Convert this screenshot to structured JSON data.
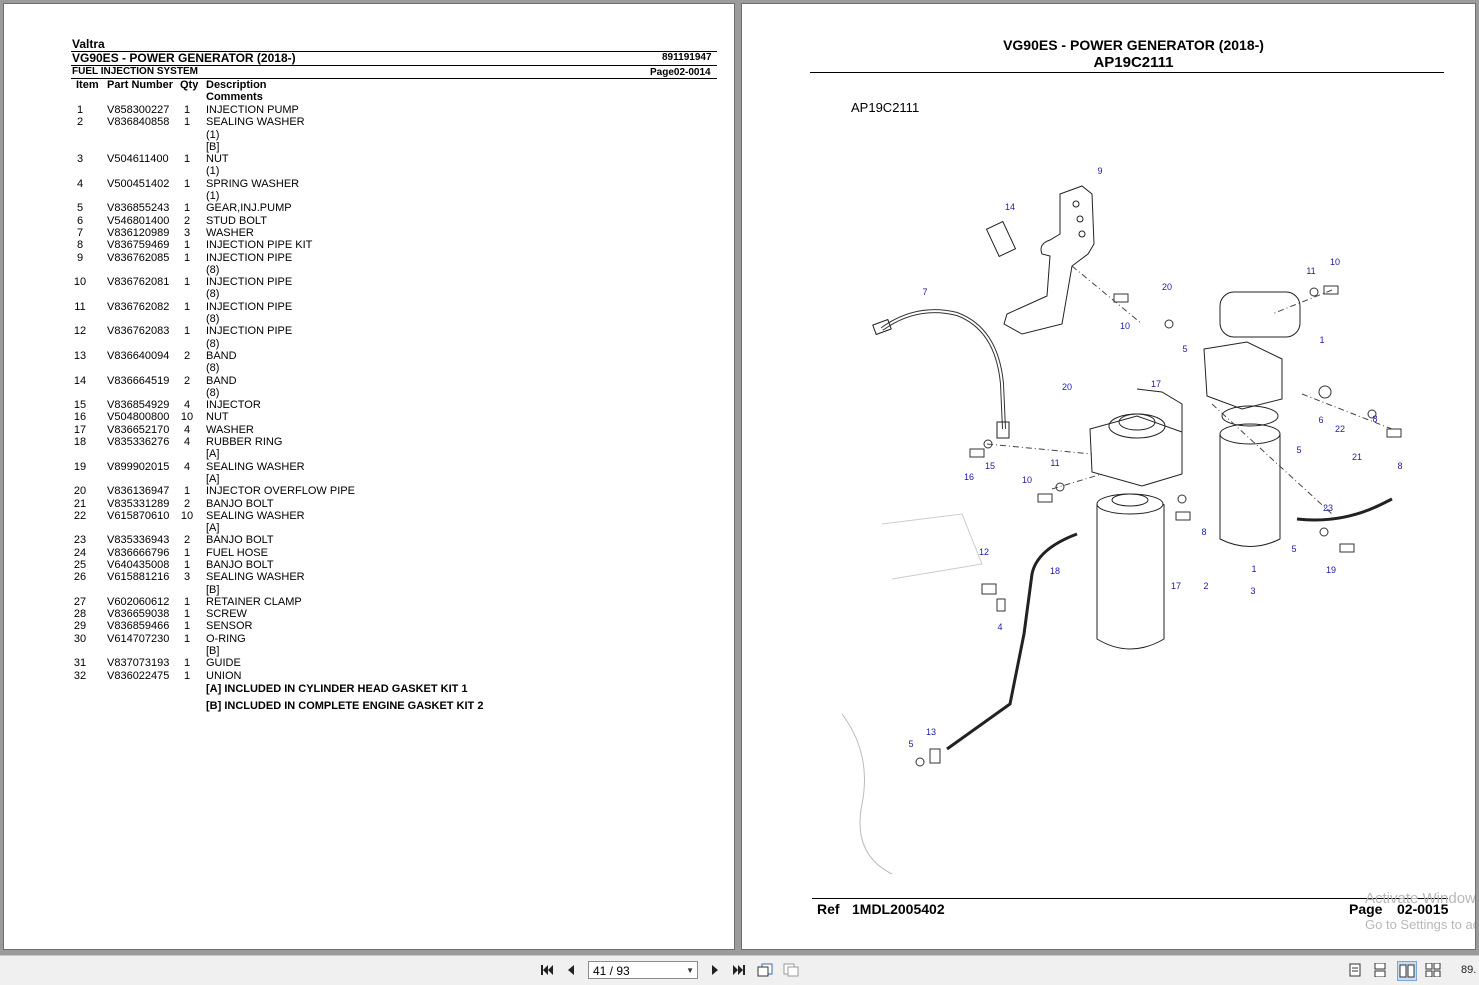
{
  "left_page": {
    "brand": "Valtra",
    "model": "VG90ES - POWER GENERATOR (2018-)",
    "doc_number": "891191947",
    "section": "FUEL INJECTION SYSTEM",
    "page_ref": "Page02-0014",
    "columns": {
      "item": "Item",
      "part": "Part Number",
      "qty": "Qty",
      "desc": "Description",
      "comments": "Comments"
    },
    "rows": [
      {
        "item": "1",
        "part": "V858300227",
        "qty": "1",
        "desc": "INJECTION PUMP",
        "notes": []
      },
      {
        "item": "2",
        "part": "V836840858",
        "qty": "1",
        "desc": "SEALING WASHER",
        "notes": [
          "(1)",
          "[B]"
        ]
      },
      {
        "item": "3",
        "part": "V504611400",
        "qty": "1",
        "desc": "NUT",
        "notes": [
          "(1)"
        ]
      },
      {
        "item": "4",
        "part": "V500451402",
        "qty": "1",
        "desc": "SPRING WASHER",
        "notes": [
          "(1)"
        ]
      },
      {
        "item": "5",
        "part": "V836855243",
        "qty": "1",
        "desc": "GEAR,INJ.PUMP",
        "notes": []
      },
      {
        "item": "6",
        "part": "V546801400",
        "qty": "2",
        "desc": "STUD BOLT",
        "notes": []
      },
      {
        "item": "7",
        "part": "V836120989",
        "qty": "3",
        "desc": "WASHER",
        "notes": []
      },
      {
        "item": "8",
        "part": "V836759469",
        "qty": "1",
        "desc": "INJECTION PIPE KIT",
        "notes": []
      },
      {
        "item": "9",
        "part": "V836762085",
        "qty": "1",
        "desc": "INJECTION PIPE",
        "notes": [
          "(8)"
        ]
      },
      {
        "item": "10",
        "part": "V836762081",
        "qty": "1",
        "desc": "INJECTION PIPE",
        "notes": [
          "(8)"
        ]
      },
      {
        "item": "11",
        "part": "V836762082",
        "qty": "1",
        "desc": "INJECTION PIPE",
        "notes": [
          "(8)"
        ]
      },
      {
        "item": "12",
        "part": "V836762083",
        "qty": "1",
        "desc": "INJECTION PIPE",
        "notes": [
          "(8)"
        ]
      },
      {
        "item": "13",
        "part": "V836640094",
        "qty": "2",
        "desc": "BAND",
        "notes": [
          "(8)"
        ]
      },
      {
        "item": "14",
        "part": "V836664519",
        "qty": "2",
        "desc": "BAND",
        "notes": [
          "(8)"
        ]
      },
      {
        "item": "15",
        "part": "V836854929",
        "qty": "4",
        "desc": "INJECTOR",
        "notes": []
      },
      {
        "item": "16",
        "part": "V504800800",
        "qty": "10",
        "desc": "NUT",
        "notes": []
      },
      {
        "item": "17",
        "part": "V836652170",
        "qty": "4",
        "desc": "WASHER",
        "notes": []
      },
      {
        "item": "18",
        "part": "V835336276",
        "qty": "4",
        "desc": "RUBBER RING",
        "notes": [
          "[A]"
        ]
      },
      {
        "item": "19",
        "part": "V899902015",
        "qty": "4",
        "desc": "SEALING WASHER",
        "notes": [
          "[A]"
        ]
      },
      {
        "item": "20",
        "part": "V836136947",
        "qty": "1",
        "desc": "INJECTOR OVERFLOW PIPE",
        "notes": []
      },
      {
        "item": "21",
        "part": "V835331289",
        "qty": "2",
        "desc": "BANJO BOLT",
        "notes": []
      },
      {
        "item": "22",
        "part": "V615870610",
        "qty": "10",
        "desc": "SEALING WASHER",
        "notes": [
          "[A]"
        ]
      },
      {
        "item": "23",
        "part": "V835336943",
        "qty": "2",
        "desc": "BANJO BOLT",
        "notes": []
      },
      {
        "item": "24",
        "part": "V836666796",
        "qty": "1",
        "desc": "FUEL HOSE",
        "notes": []
      },
      {
        "item": "25",
        "part": "V640435008",
        "qty": "1",
        "desc": "BANJO BOLT",
        "notes": []
      },
      {
        "item": "26",
        "part": "V615881216",
        "qty": "3",
        "desc": "SEALING WASHER",
        "notes": [
          "[B]"
        ]
      },
      {
        "item": "27",
        "part": "V602060612",
        "qty": "1",
        "desc": "RETAINER CLAMP",
        "notes": []
      },
      {
        "item": "28",
        "part": "V836659038",
        "qty": "1",
        "desc": "SCREW",
        "notes": []
      },
      {
        "item": "29",
        "part": "V836859466",
        "qty": "1",
        "desc": "SENSOR",
        "notes": []
      },
      {
        "item": "30",
        "part": "V614707230",
        "qty": "1",
        "desc": "O-RING",
        "notes": [
          "[B]"
        ]
      },
      {
        "item": "31",
        "part": "V837073193",
        "qty": "1",
        "desc": "GUIDE",
        "notes": []
      },
      {
        "item": "32",
        "part": "V836022475",
        "qty": "1",
        "desc": "UNION",
        "notes": []
      }
    ],
    "footnotes": [
      "[A] INCLUDED IN CYLINDER HEAD GASKET KIT 1",
      "[B] INCLUDED IN COMPLETE ENGINE GASKET KIT 2"
    ]
  },
  "right_page": {
    "title": "VG90ES - POWER GENERATOR (2018-)",
    "subtitle": "AP19C2111",
    "diagram_label": "AP19C2111",
    "callouts": [
      "9",
      "14",
      "7",
      "10",
      "11",
      "20",
      "1",
      "5",
      "17",
      "20",
      "6",
      "22",
      "5",
      "8",
      "21",
      "16",
      "15",
      "11",
      "10",
      "23",
      "5",
      "8",
      "19",
      "12",
      "18",
      "17",
      "2",
      "1",
      "3",
      "4",
      "13",
      "5",
      "8",
      "10"
    ],
    "footer_ref_label": "Ref",
    "footer_ref": "1MDL2005402",
    "footer_page_label": "Page",
    "footer_page": "02-0015"
  },
  "toolbar": {
    "page_indicator": "41 / 93",
    "zoom": "89.",
    "icons": [
      "first-page-icon",
      "prev-page-icon",
      "next-page-icon",
      "last-page-icon",
      "previous-view-icon",
      "next-view-icon",
      "single-page-icon",
      "continuous-icon",
      "facing-icon",
      "continuous-facing-icon"
    ]
  },
  "watermark": {
    "line1": "Activate Windows",
    "line2": "Go to Settings to activate Windows."
  }
}
